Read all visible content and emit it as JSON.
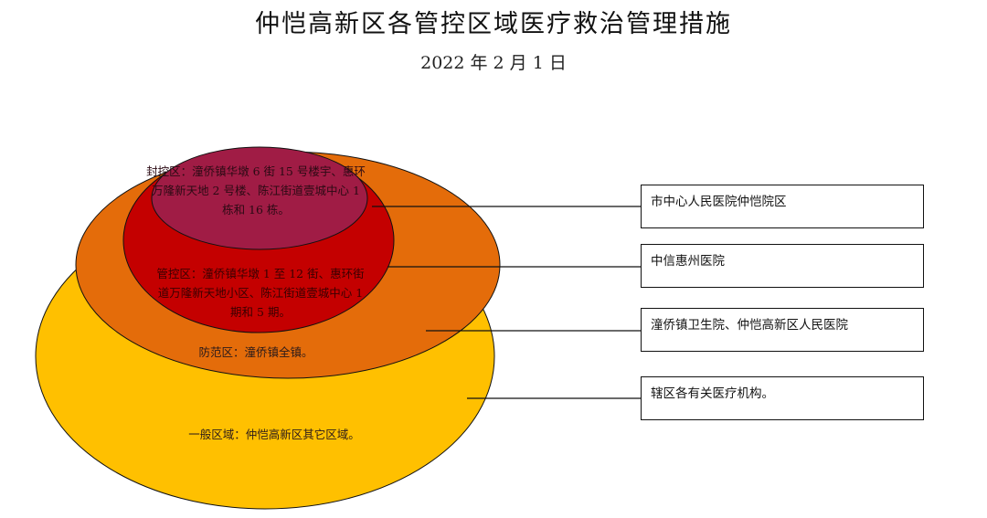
{
  "title": "仲恺高新区各管控区域医疗救治管理措施",
  "date": "2022 年 2 月 1 日",
  "colors": {
    "sealed_zone": "#a01c45",
    "control_zone": "#c40000",
    "prevention_zone": "#e46c0a",
    "general_zone": "#ffc000"
  },
  "zones": {
    "sealed": "封控区：潼侨镇华墩 6 街 15 号楼宇、惠环万隆新天地 2 号楼、陈江街道壹城中心 1 栋和 16 栋。",
    "control": "管控区：潼侨镇华墩 1 至 12 街、惠环街道万隆新天地小区、陈江街道壹城中心 1 期和 5 期。",
    "prevention": "防范区：潼侨镇全镇。",
    "general": "一般区域：仲恺高新区其它区域。"
  },
  "hospitals": [
    "市中心人民医院仲恺院区",
    "中信惠州医院",
    "潼侨镇卫生院、仲恺高新区人民医院",
    "辖区各有关医疗机构。"
  ]
}
